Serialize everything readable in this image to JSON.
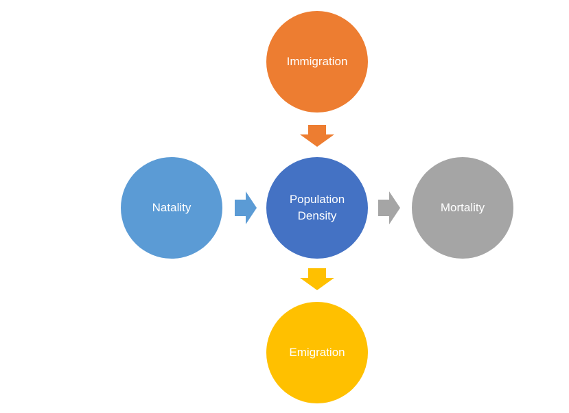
{
  "diagram": {
    "nodes": {
      "immigration": {
        "label": "Immigration",
        "color": "#ED7D31"
      },
      "population_density": {
        "label": "Population\nDensity",
        "color": "#4472C4"
      },
      "natality": {
        "label": "Natality",
        "color": "#5B9BD5"
      },
      "mortality": {
        "label": "Mortality",
        "color": "#A5A5A5"
      },
      "emigration": {
        "label": "Emigration",
        "color": "#FFC000"
      }
    },
    "arrows": {
      "immigration_to_density": {
        "color": "#ED7D31"
      },
      "natality_to_density": {
        "color": "#5B9BD5"
      },
      "density_to_mortality": {
        "color": "#A5A5A5"
      },
      "density_to_emigration": {
        "color": "#FFC000"
      }
    }
  }
}
